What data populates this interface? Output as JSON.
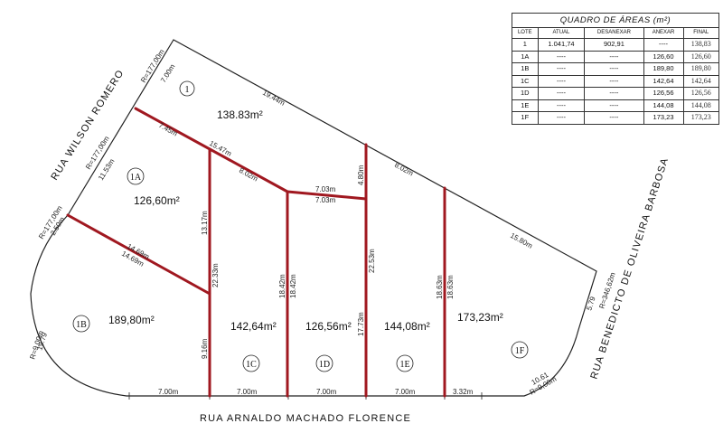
{
  "table": {
    "title": "QUADRO DE ÁREAS (m²)",
    "columns": [
      "LOTE",
      "ATUAL",
      "DESANEXAR",
      "ANEXAR",
      "FINAL"
    ],
    "rows": [
      [
        "1",
        "1.041,74",
        "902,91",
        "----",
        "138,83"
      ],
      [
        "1A",
        "----",
        "----",
        "126,60",
        "126,60"
      ],
      [
        "1B",
        "----",
        "----",
        "189,80",
        "189,80"
      ],
      [
        "1C",
        "----",
        "----",
        "142,64",
        "142,64"
      ],
      [
        "1D",
        "----",
        "----",
        "126,56",
        "126,56"
      ],
      [
        "1E",
        "----",
        "----",
        "144,08",
        "144,08"
      ],
      [
        "1F",
        "----",
        "----",
        "173,23",
        "173,23"
      ]
    ]
  },
  "streets": {
    "bottom": "RUA ARNALDO MACHADO FLORENCE",
    "left": "RUA WILSON ROMERO",
    "right": "RUA BENEDICTO DE OLIVEIRA BARBOSA"
  },
  "lots": [
    {
      "label": "1",
      "area": "138.83m²"
    },
    {
      "label": "1A",
      "area": "126,60m²"
    },
    {
      "label": "1B",
      "area": "189,80m²"
    },
    {
      "label": "1C",
      "area": "142,64m²"
    },
    {
      "label": "1D",
      "area": "126,56m²"
    },
    {
      "label": "1E",
      "area": "144,08m²"
    },
    {
      "label": "1F",
      "area": "173,23m²"
    }
  ],
  "dimensions": {
    "r177_top": "R=177,00m",
    "d700_top": "7.00m",
    "d1944": "19.44m",
    "d745": "7.45m",
    "d1547": "15.47m",
    "r177_mid": "R=177,00m",
    "d1153": "11.53m",
    "d802_a": "8.02m",
    "d703_a": "7.03m",
    "d703_b": "7.03m",
    "d480": "4.80m",
    "d802_b": "8.02m",
    "d1317": "13.17m",
    "r177_low": "R=177,00m",
    "d250": "2.50m",
    "d1469_a": "14.69m",
    "d1469_b": "14.69m",
    "d2233": "22.33m",
    "d1842_a": "18.42m",
    "d1842_b": "18.42m",
    "d2253": "22.53m",
    "d1773": "17.73m",
    "d1863_a": "18.63m",
    "d1863_b": "18.63m",
    "d1580": "15.80m",
    "d579": "5.79",
    "r34662": "R=346,62m",
    "d916": "9.16m",
    "d1979": "19.79",
    "r900_left": "R=9,00m",
    "d1061": "10.61",
    "r900_right": "R=9,00m",
    "b700_1": "7.00m",
    "b700_2": "7.00m",
    "b700_3": "7.00m",
    "b700_4": "7.00m",
    "b332": "3.32m"
  }
}
